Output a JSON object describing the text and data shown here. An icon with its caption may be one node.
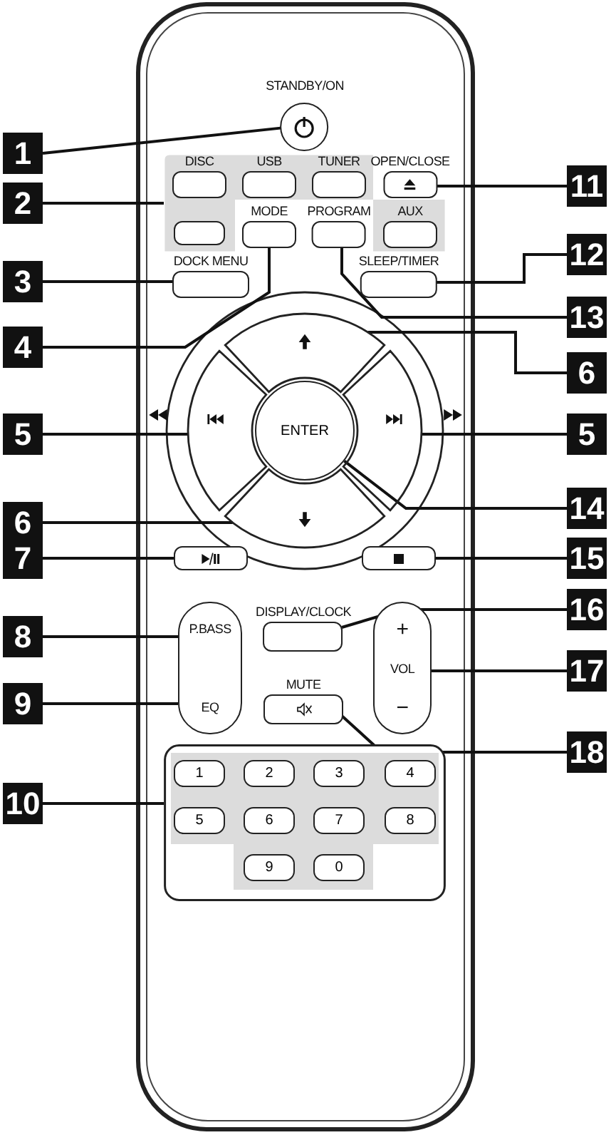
{
  "diagram": {
    "nodes": [
      {
        "text": [
          "1"
        ]
      },
      {
        "text": [
          "STANDBY/ON"
        ]
      },
      {
        "text": [
          "2"
        ]
      },
      {
        "text": [],
        "shape": "box"
      },
      {
        "text": [
          "DISC"
        ],
        "in": 3
      },
      {
        "text": [
          "USB"
        ],
        "in": 3
      },
      {
        "text": [
          "TUNER"
        ],
        "in": 3
      },
      {
        "text": [
          "OPEN/CLOSE"
        ]
      },
      {
        "text": [
          "11"
        ]
      },
      {
        "text": [],
        "shape": "box",
        "in": 3
      },
      {
        "text": [
          "MODE"
        ]
      },
      {
        "text": [
          "PROGRAM"
        ]
      },
      {
        "text": [
          "AUX"
        ],
        "in": 3
      },
      {
        "text": [
          "12"
        ]
      },
      {
        "text": [
          "3"
        ]
      },
      {
        "text": [
          "DOCK MENU"
        ]
      },
      {
        "text": [
          "SLEEP/TIMER"
        ]
      },
      {
        "text": [
          "4"
        ]
      },
      {
        "text": [
          "13"
        ]
      },
      {
        "text": [],
        "shape": "box"
      },
      {
        "text": [
          "6"
        ]
      },
      {
        "text": [
          "5"
        ]
      },
      {
        "text": [],
        "shape": "box"
      },
      {
        "text": [
          "ENTER"
        ]
      },
      {
        "text": [],
        "shape": "box"
      },
      {
        "text": [
          "5"
        ]
      },
      {
        "text": [
          "6"
        ]
      },
      {
        "text": [],
        "shape": "box"
      },
      {
        "text": [
          "14"
        ]
      },
      {
        "text": [
          "7"
        ]
      },
      {
        "text": [],
        "shape": "box"
      },
      {
        "text": [],
        "shape": "box"
      },
      {
        "text": [
          "15"
        ]
      },
      {
        "text": [
          "8"
        ]
      },
      {
        "text": [
          "P.BASS",
          "EQ"
        ]
      },
      {
        "text": [
          "DISPLAY/CLOCK"
        ]
      },
      {
        "text": [
          "16"
        ]
      },
      {
        "text": [
          "+",
          "VOL",
          "−"
        ]
      },
      {
        "text": [
          "17"
        ]
      },
      {
        "text": [
          "9"
        ]
      },
      {
        "text": [
          "MUTE"
        ]
      },
      {
        "text": [
          "18"
        ]
      },
      {
        "text": [
          "10"
        ]
      },
      {
        "text": [],
        "shape": "box"
      },
      {
        "text": [
          "1"
        ],
        "in": 43
      },
      {
        "text": [
          "2"
        ],
        "in": 43
      },
      {
        "text": [
          "3"
        ],
        "in": 43
      },
      {
        "text": [
          "4"
        ],
        "in": 43
      },
      {
        "text": [
          "5"
        ],
        "in": 43
      },
      {
        "text": [
          "6"
        ],
        "in": 43
      },
      {
        "text": [
          "7"
        ],
        "in": 43
      },
      {
        "text": [
          "8"
        ],
        "in": 43
      },
      {
        "text": [
          "9"
        ],
        "in": 43
      },
      {
        "text": [
          "0"
        ],
        "in": 43
      }
    ],
    "edges": [
      {
        "from": 0,
        "to": 1,
        "arrow": "none"
      },
      {
        "from": 2,
        "to": 3,
        "arrow": "none"
      },
      {
        "from": 8,
        "to": 7,
        "arrow": "none"
      },
      {
        "from": 14,
        "to": 15,
        "arrow": "none"
      },
      {
        "from": 17,
        "to": 10,
        "arrow": "none"
      },
      {
        "from": 13,
        "to": 16,
        "arrow": "none"
      },
      {
        "from": 18,
        "to": 11,
        "arrow": "none"
      },
      {
        "from": 20,
        "to": 19,
        "arrow": "none"
      },
      {
        "from": 21,
        "to": 22,
        "arrow": "none"
      },
      {
        "from": 25,
        "to": 24,
        "arrow": "none"
      },
      {
        "from": 26,
        "to": 27,
        "arrow": "none"
      },
      {
        "from": 28,
        "to": 23,
        "arrow": "none"
      },
      {
        "from": 29,
        "to": 30,
        "arrow": "none"
      },
      {
        "from": 32,
        "to": 31,
        "arrow": "none"
      },
      {
        "from": 33,
        "to": 34,
        "arrow": "none"
      },
      {
        "from": 36,
        "to": 35,
        "arrow": "none"
      },
      {
        "from": 38,
        "to": 37,
        "arrow": "none"
      },
      {
        "from": 39,
        "to": 34,
        "arrow": "none"
      },
      {
        "from": 41,
        "to": 40,
        "arrow": "none"
      },
      {
        "from": 42,
        "to": 43,
        "arrow": "none"
      }
    ]
  }
}
